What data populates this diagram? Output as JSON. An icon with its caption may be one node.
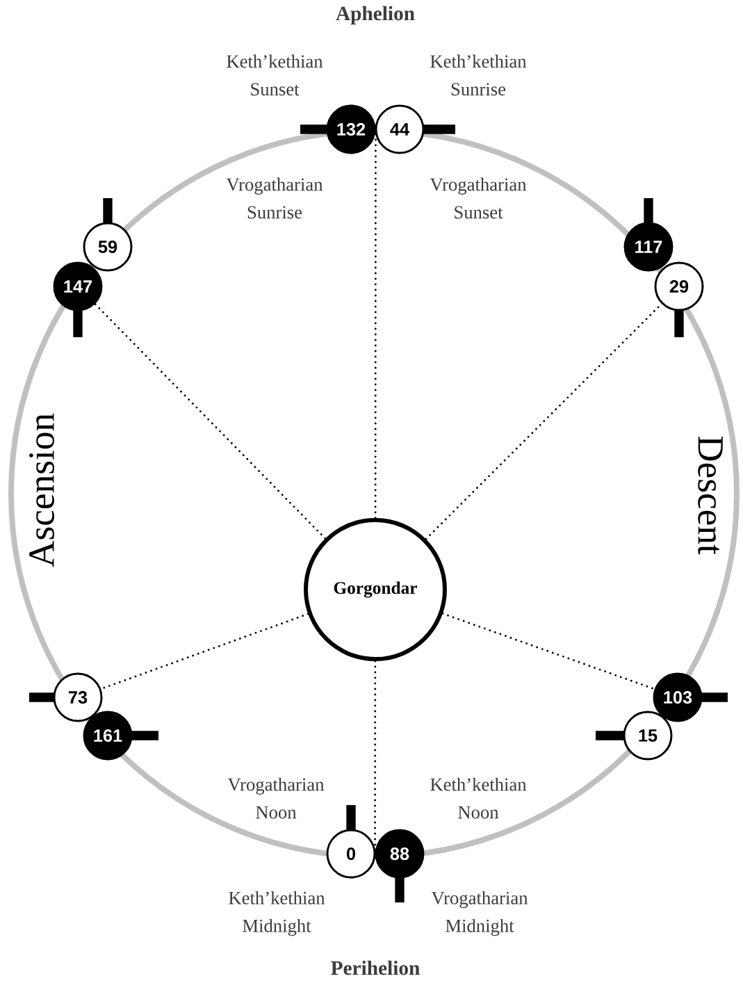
{
  "diagram": {
    "nodes": [
      {
        "text": [
          "132"
        ]
      },
      {
        "text": [
          "44"
        ]
      },
      {
        "text": [
          "59"
        ]
      },
      {
        "text": [
          "147"
        ]
      },
      {
        "text": [
          "117"
        ]
      },
      {
        "text": [
          "29"
        ]
      },
      {
        "text": [
          "Gorgondar"
        ]
      },
      {
        "text": [
          "73"
        ]
      },
      {
        "text": [
          "161"
        ]
      },
      {
        "text": [
          "103"
        ]
      },
      {
        "text": [
          "15"
        ]
      },
      {
        "text": [
          "0"
        ]
      },
      {
        "text": [
          "88"
        ]
      }
    ],
    "edges": [
      {
        "from": 6,
        "to": 0,
        "arrow": "none"
      },
      {
        "from": 6,
        "to": 3,
        "arrow": "none"
      },
      {
        "from": 6,
        "to": 5,
        "arrow": "none"
      },
      {
        "from": 6,
        "to": 7,
        "arrow": "none"
      },
      {
        "from": 6,
        "to": 9,
        "arrow": "none"
      },
      {
        "from": 6,
        "to": 12,
        "arrow": "none"
      }
    ],
    "labels": [
      "Aphelion",
      "Keth’kethian Sunset",
      "Keth’kethian Sunrise",
      "Vrogatharian Sunrise",
      "Vrogatharian Sunset",
      "Ascension",
      "Descent",
      "Vrogatharian Noon",
      "Keth’kethian Noon",
      "Keth’kethian Midnight",
      "Vrogatharian Midnight",
      "Perihelion"
    ]
  }
}
